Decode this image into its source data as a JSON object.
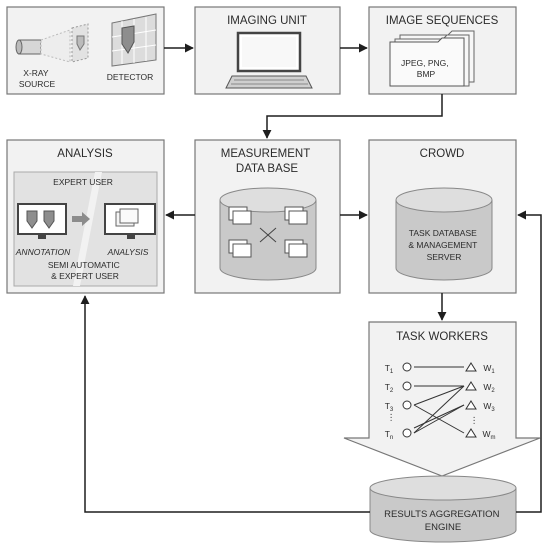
{
  "boxes": {
    "detector_panel": {
      "source_label": "X-RAY\nSOURCE",
      "detector_label": "DETECTOR"
    },
    "imaging_unit": {
      "title": "IMAGING UNIT"
    },
    "image_sequences": {
      "title": "IMAGE SEQUENCES",
      "file_types": [
        "JPEG, PNG,",
        "BMP"
      ]
    },
    "analysis": {
      "title": "ANALYSIS",
      "expert_user": "EXPERT USER",
      "annotation": "ANNOTATION",
      "analysis_caption": "ANALYSIS",
      "semi_auto": [
        "SEMI AUTOMATIC",
        "& EXPERT USER"
      ]
    },
    "measurement_db": {
      "title_lines": [
        "MEASUREMENT",
        "DATA BASE"
      ]
    },
    "crowd": {
      "title": "CROWD",
      "server_lines": [
        "TASK DATABASE",
        "& MANAGEMENT",
        "SERVER"
      ]
    },
    "task_workers": {
      "title": "TASK WORKERS",
      "tasks": [
        "T",
        "T",
        "T",
        "T"
      ],
      "task_subscripts": [
        "1",
        "2",
        "3",
        "n"
      ],
      "workers": [
        "W",
        "W",
        "W",
        "W"
      ],
      "worker_subscripts": [
        "1",
        "2",
        "3",
        "m"
      ]
    },
    "results_engine": {
      "lines": [
        "RESULTS AGGREGATION",
        "ENGINE"
      ]
    }
  },
  "colors": {
    "box_fill": "#f2f2f2",
    "box_stroke": "#777777",
    "arrow": "#1e1e1e",
    "cylinder_fill": "#c9c9c9",
    "cylinder_top": "#dedede"
  }
}
